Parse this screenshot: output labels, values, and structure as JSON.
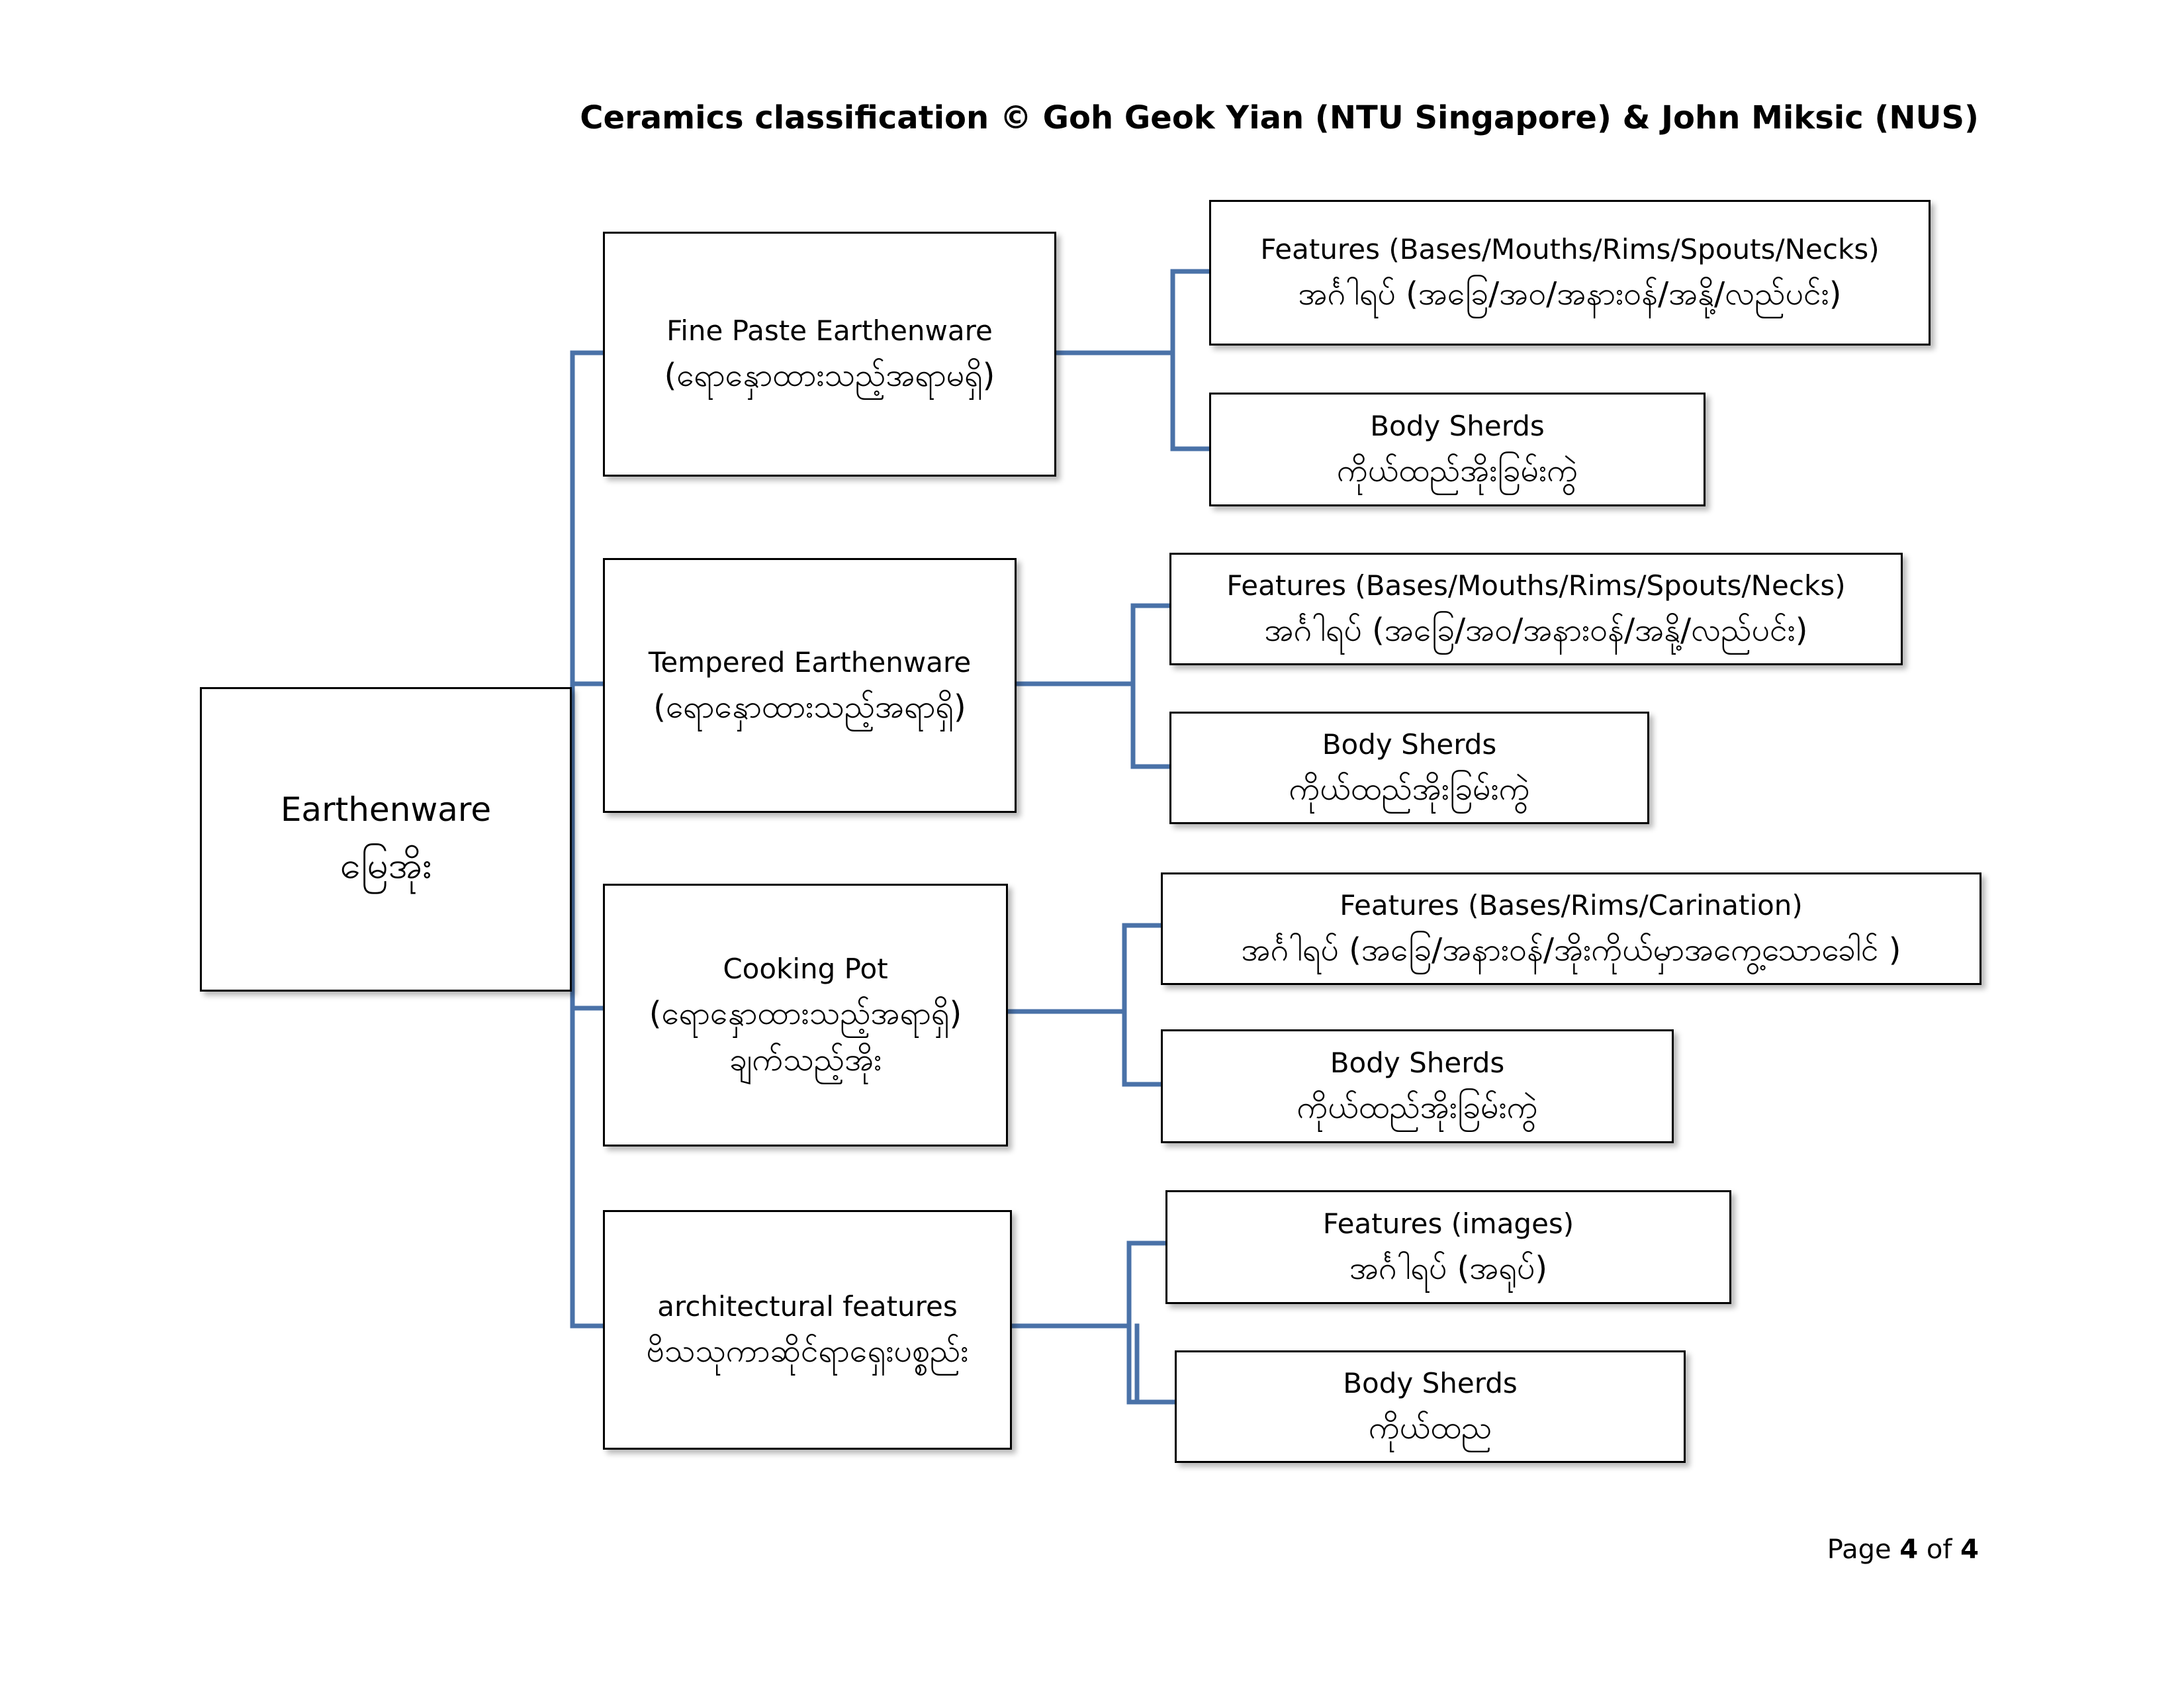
{
  "header": {
    "title": "Ceramics classification © Goh Geok Yian (NTU Singapore) & John Miksic (NUS)"
  },
  "colors": {
    "connector": "#4a72a8",
    "border": "#000000"
  },
  "root": {
    "label_en": "Earthenware",
    "label_my": "မြေအိုး"
  },
  "categories": [
    {
      "label_en": "Fine Paste Earthenware",
      "label_my": "(ရောနှောထားသည့်အရာမရှိ)",
      "label_my2": "",
      "children": [
        {
          "label_en": "Features (Bases/Mouths/Rims/Spouts/Necks)",
          "label_my": "အင်္ဂါရပ် (အခြေ/အဝ/အနားဝန်/အနို့/လည်ပင်း)"
        },
        {
          "label_en": "Body Sherds",
          "label_my": "ကိုယ်ထည်အိုးခြမ်းကွဲ"
        }
      ]
    },
    {
      "label_en": "Tempered Earthenware",
      "label_my": "(ရောနှောထားသည့်အရာရှိ)",
      "label_my2": "",
      "children": [
        {
          "label_en": "Features (Bases/Mouths/Rims/Spouts/Necks)",
          "label_my": "အင်္ဂါရပ် (အခြေ/အဝ/အနားဝန်/အနို့/လည်ပင်း)"
        },
        {
          "label_en": "Body Sherds",
          "label_my": "ကိုယ်ထည်အိုးခြမ်းကွဲ"
        }
      ]
    },
    {
      "label_en": "Cooking Pot",
      "label_my": "(ရောနှောထားသည့်အရာရှိ)",
      "label_my2": "ချက်သည့်အိုး",
      "children": [
        {
          "label_en": "Features (Bases/Rims/Carination)",
          "label_my": "အင်္ဂါရပ် (အခြေ/အနားဝန်/အိုးကိုယ်မှာအကွေ့သောခေါင် )"
        },
        {
          "label_en": "Body Sherds",
          "label_my": "ကိုယ်ထည်အိုးခြမ်းကွဲ"
        }
      ]
    },
    {
      "label_en": "architectural features",
      "label_my": "ဗိသသုကာဆိုင်ရာရှေးပစ္စည်း",
      "label_my2": "",
      "children": [
        {
          "label_en": "Features (images)",
          "label_my": "အင်္ဂါရပ် (အရုပ်)"
        },
        {
          "label_en": "Body Sherds",
          "label_my": "ကိုယ်ထည"
        }
      ]
    }
  ],
  "footer": {
    "page_label": "Page",
    "page_current": "4",
    "page_of": "of",
    "page_total": "4"
  }
}
